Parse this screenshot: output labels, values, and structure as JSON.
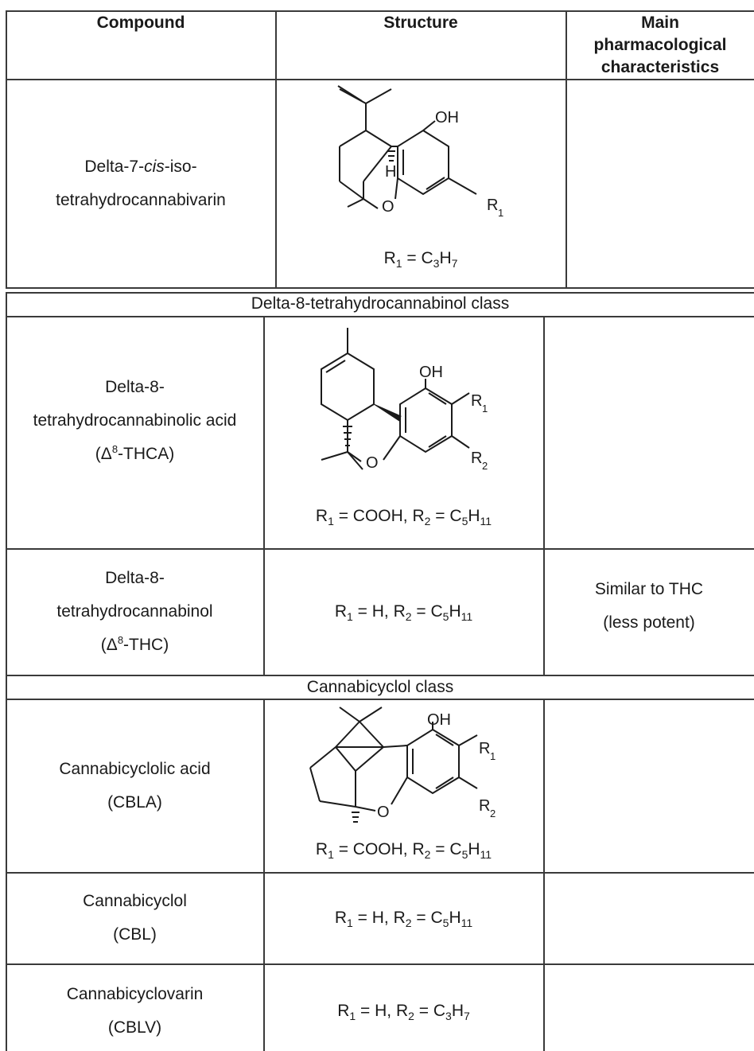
{
  "header": {
    "compound": "Compound",
    "structure": "Structure",
    "main_line1": "Main",
    "main_line2": "pharmacological",
    "main_line3": "characteristics"
  },
  "row1": {
    "name_part1": "Delta-7-",
    "name_italic": "cis",
    "name_part2": "-iso-",
    "name_line2": "tetrahydrocannabivarin",
    "formula": {
      "r1": "R",
      "r1_sub": "1",
      "eq1": " = C",
      "c_sub": "3",
      "h": "H",
      "h_sub": "7"
    },
    "labels": {
      "oh": "OH",
      "h": "H",
      "o": "O",
      "r": "R",
      "r_sub": "1"
    }
  },
  "class1": "Delta-8-tetrahydrocannabinol class",
  "row2": {
    "name_line1": "Delta-8-",
    "name_line2": "tetrahydrocannabinolic acid",
    "abbr_pre": "(Δ",
    "abbr_sup": "8",
    "abbr_post": "-THCA)",
    "formula": {
      "r1": "R",
      "r1_sub": "1",
      "eq1": " = COOH, R",
      "r2_sub": "2",
      "eq2": " = C",
      "c_sub": "5",
      "h": "H",
      "h_sub": "11"
    },
    "labels": {
      "oh": "OH",
      "o": "O",
      "r": "R",
      "r1_sub": "1",
      "r2_sub": "2"
    }
  },
  "row3": {
    "name_line1": "Delta-8-",
    "name_line2": "tetrahydrocannabinol",
    "abbr_pre": "(Δ",
    "abbr_sup": "8",
    "abbr_post": "-THC)",
    "formula": {
      "r1": "R",
      "r1_sub": "1",
      "eq1": " = H, R",
      "r2_sub": "2",
      "eq2": " = C",
      "c_sub": "5",
      "h": "H",
      "h_sub": "11"
    },
    "pharm_line1": "Similar to THC",
    "pharm_line2": "(less potent)"
  },
  "class2": "Cannabicyclol class",
  "row4": {
    "name_line1": "Cannabicyclolic acid",
    "name_line2": "(CBLA)",
    "formula": {
      "r1": "R",
      "r1_sub": "1",
      "eq1": " = COOH, R",
      "r2_sub": "2",
      "eq2": " = C",
      "c_sub": "5",
      "h": "H",
      "h_sub": "11"
    },
    "labels": {
      "oh": "OH",
      "o": "O",
      "r": "R",
      "r1_sub": "1",
      "r2_sub": "2"
    }
  },
  "row5": {
    "name_line1": "Cannabicyclol",
    "name_line2": "(CBL)",
    "formula": {
      "r1": "R",
      "r1_sub": "1",
      "eq1": " = H, R",
      "r2_sub": "2",
      "eq2": " = C",
      "c_sub": "5",
      "h": "H",
      "h_sub": "11"
    }
  },
  "row6": {
    "name_line1": "Cannabicyclovarin",
    "name_line2": "(CBLV)",
    "formula": {
      "r1": "R",
      "r1_sub": "1",
      "eq1": " = H, R",
      "r2_sub": "2",
      "eq2": " = C",
      "c_sub": "3",
      "h": "H",
      "h_sub": "7"
    }
  }
}
